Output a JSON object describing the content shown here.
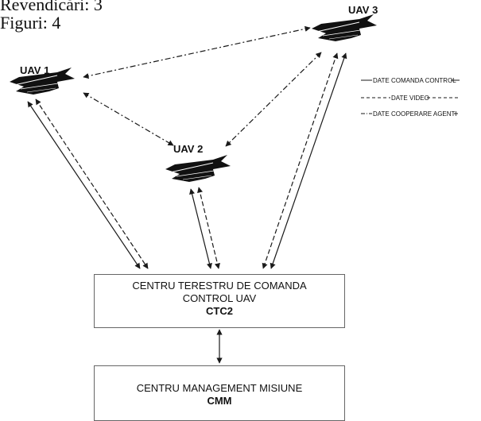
{
  "header": {
    "line1": "Revendicări: 3",
    "line2": "Figuri: 4"
  },
  "uavs": [
    {
      "label": "UAV 1"
    },
    {
      "label": "UAV 2"
    },
    {
      "label": "UAV 3"
    }
  ],
  "legend": {
    "control": "DATE COMANDA CONTROL",
    "video": "DATE VIDEO",
    "cooperation": "DATE COOPERARE AGENTI"
  },
  "ground_station": {
    "line1": "CENTRU TERESTRU DE COMANDA",
    "line2": "CONTROL UAV",
    "code": "CTC2"
  },
  "mission_center": {
    "line1": "CENTRU MANAGEMENT MISIUNE",
    "code": "CMM"
  },
  "colors": {
    "line": "#1a1a1a",
    "box_border": "#666666"
  }
}
